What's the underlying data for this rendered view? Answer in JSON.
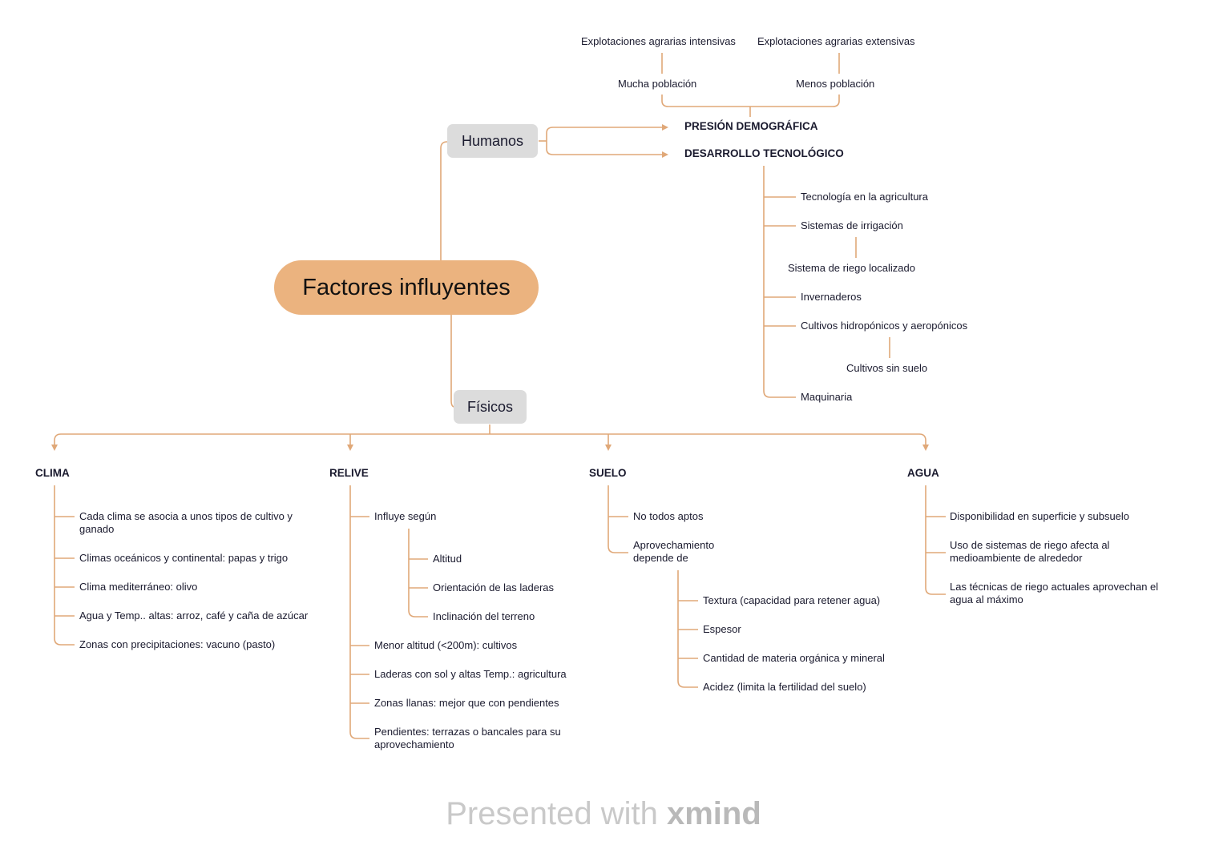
{
  "root": "Factores influyentes",
  "humanos": {
    "label": "Humanos",
    "presion": "PRESIÓN DEMOGRÁFICA",
    "desarrollo": "DESARROLLO TECNOLÓGICO",
    "explot_int": "Explotaciones agrarias intensivas",
    "explot_ext": "Explotaciones agrarias extensivas",
    "mucha": "Mucha población",
    "menos": "Menos población",
    "tec_items": [
      "Tecnología en la agricultura",
      "Sistemas de irrigación",
      "Invernaderos",
      "Cultivos hidropónicos y aeropónicos",
      "Maquinaria"
    ],
    "riego": "Sistema de riego localizado",
    "sin_suelo": "Cultivos sin suelo"
  },
  "fisicos": {
    "label": "Físicos",
    "clima": {
      "title": "CLIMA",
      "items": [
        "Cada clima se asocia a unos tipos de cultivo y ganado",
        "Climas oceánicos y continental: papas y trigo",
        "Clima mediterráneo: olivo",
        "Agua y Temp.. altas: arroz, café y caña de azúcar",
        "Zonas con precipitaciones: vacuno (pasto)"
      ]
    },
    "relive": {
      "title": "RELIVE",
      "influye": "Influye según",
      "sub": [
        "Altitud",
        "Orientación de las laderas",
        "Inclinación del terreno"
      ],
      "items": [
        "Menor altitud (<200m): cultivos",
        "Laderas con sol y altas Temp.: agricultura",
        "Zonas llanas: mejor que con pendientes",
        "Pendientes: terrazas o bancales para su aprovechamiento"
      ]
    },
    "suelo": {
      "title": "SUELO",
      "items": [
        "No todos aptos",
        "Aprovechamiento depende de"
      ],
      "sub": [
        "Textura (capacidad para retener agua)",
        "Espesor",
        "Cantidad de materia orgánica y mineral",
        "Acidez (limita la fertilidad del suelo)"
      ]
    },
    "agua": {
      "title": "AGUA",
      "items": [
        "Disponibilidad en superficie y subsuelo",
        "Uso de sistemas de riego afecta al medioambiente de alrededor",
        "Las técnicas de riego actuales aprovechan el agua al máximo"
      ]
    }
  },
  "footer": {
    "prefix": "Presented with ",
    "brand": "xmind"
  },
  "colors": {
    "line": "#e0a878",
    "root": "#ebb37f",
    "node": "#dcdcdc"
  }
}
